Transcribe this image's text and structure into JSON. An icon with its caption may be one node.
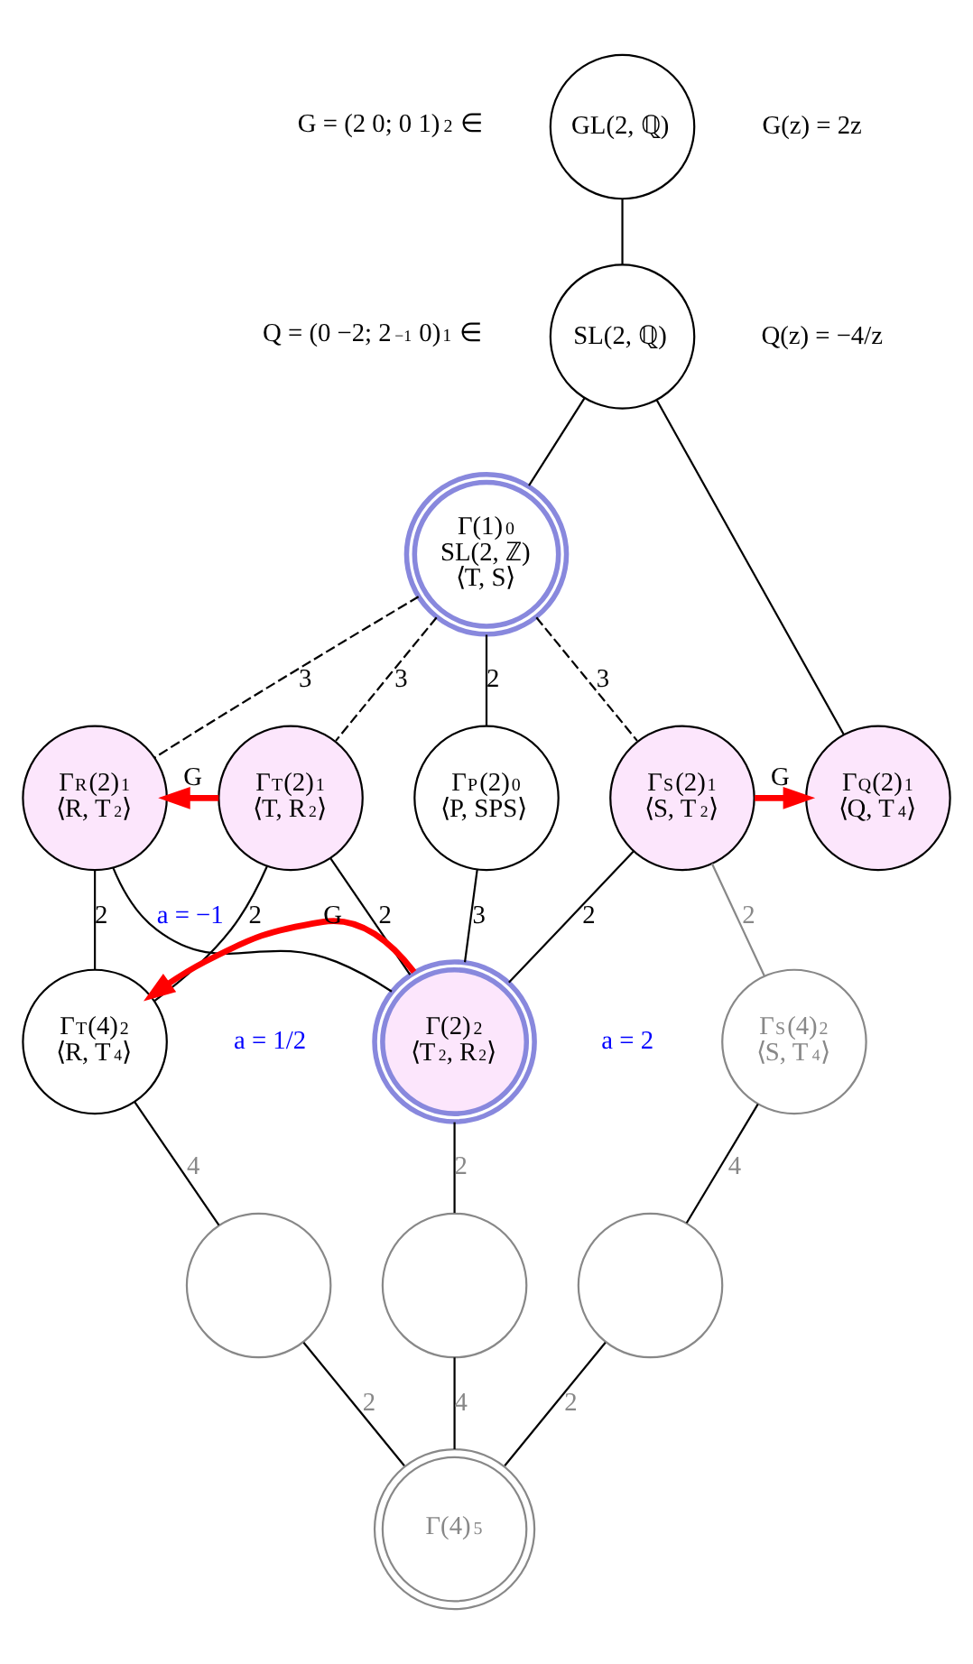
{
  "diagram": {
    "nodes": [
      {
        "text": [
          "GL(2, ℚ)"
        ],
        "beside": [
          "G = (2 0; 0 1)$_{2}$ ∈",
          "G(z) = 2z"
        ]
      },
      {
        "text": [
          "SL(2, ℚ)"
        ],
        "beside": [
          "Q = (0 −2; 2$^{−1}$ 0)$_{1}$ ∈",
          "Q(z) = −4/z"
        ]
      },
      {
        "text": [
          "Γ(1)$_{0}$",
          "SL(2, ℤ)",
          "⟨T, S⟩"
        ]
      },
      {
        "text": [
          "Γ$_{P}$(2)$_{0}$",
          "⟨P, SPS⟩"
        ]
      },
      {
        "text": [
          "Γ$_{R}$(2)$_{1}$",
          "⟨R, T$^{2}$⟩"
        ]
      },
      {
        "text": [
          "Γ$_{T}$(2)$_{1}$",
          "⟨T, R$^{2}$⟩"
        ]
      },
      {
        "text": [
          "Γ$_{S}$(2)$_{1}$",
          "⟨S, T$^{2}$⟩"
        ]
      },
      {
        "text": [
          "Γ$_{Q}$(2)$_{1}$",
          "⟨Q, T$^{4}$⟩"
        ]
      },
      {
        "text": [
          "Γ$_{T}$(4)$_{2}$",
          "⟨R, T$^{4}$⟩"
        ]
      },
      {
        "text": [
          "Γ(2)$_{2}$",
          "⟨T$^{2}$, R$^{2}$⟩"
        ]
      },
      {
        "text": [
          "Γ$_{S}$(4)$_{2}$",
          "⟨S, T$^{4}$⟩"
        ]
      },
      {
        "text": [],
        "shape": "circle"
      },
      {
        "text": [],
        "shape": "circle"
      },
      {
        "text": [],
        "shape": "circle"
      },
      {
        "text": [
          "Γ(4)$_{5}$"
        ]
      }
    ],
    "edges": [
      {
        "from": 0,
        "to": 1,
        "arrow": "none"
      },
      {
        "from": 1,
        "to": 2,
        "arrow": "none"
      },
      {
        "from": 1,
        "to": 7,
        "arrow": "none"
      },
      {
        "from": 2,
        "to": 4,
        "arrow": "none",
        "label": "3",
        "style": "dashed"
      },
      {
        "from": 2,
        "to": 5,
        "arrow": "none",
        "label": "3",
        "style": "dashed"
      },
      {
        "from": 2,
        "to": 3,
        "arrow": "none",
        "label": "2"
      },
      {
        "from": 2,
        "to": 6,
        "arrow": "none",
        "label": "3",
        "style": "dashed"
      },
      {
        "from": 3,
        "to": 9,
        "arrow": "none",
        "label": "3"
      },
      {
        "from": 5,
        "to": 4,
        "arrow": "to",
        "label": "G",
        "style": "thick",
        "color": "#ff0000"
      },
      {
        "from": 6,
        "to": 7,
        "arrow": "to",
        "label": "G",
        "style": "thick",
        "color": "#ff0000"
      },
      {
        "from": 4,
        "to": 8,
        "arrow": "none",
        "label": "2"
      },
      {
        "from": 5,
        "to": 8,
        "arrow": "none",
        "label": "2"
      },
      {
        "from": 4,
        "to": 9,
        "arrow": "none",
        "label": "a = −1"
      },
      {
        "from": 5,
        "to": 9,
        "arrow": "none",
        "label": "2"
      },
      {
        "from": 6,
        "to": 9,
        "arrow": "none",
        "label": "2"
      },
      {
        "from": 9,
        "to": 8,
        "arrow": "to",
        "label": "G",
        "style": "thick",
        "color": "#ff0000"
      },
      {
        "from": 6,
        "to": 10,
        "arrow": "none",
        "label": "2",
        "color": "#888888"
      },
      {
        "from": 8,
        "to": 11,
        "arrow": "none",
        "label": "4"
      },
      {
        "from": 9,
        "to": 12,
        "arrow": "none",
        "label": "2"
      },
      {
        "from": 10,
        "to": 13,
        "arrow": "none",
        "label": "4"
      },
      {
        "from": 11,
        "to": 14,
        "arrow": "none",
        "label": "2"
      },
      {
        "from": 12,
        "to": 14,
        "arrow": "none",
        "label": "4"
      },
      {
        "from": 13,
        "to": 14,
        "arrow": "none",
        "label": "2"
      }
    ],
    "labels": [
      "a = 1/2",
      "a = 2"
    ]
  }
}
